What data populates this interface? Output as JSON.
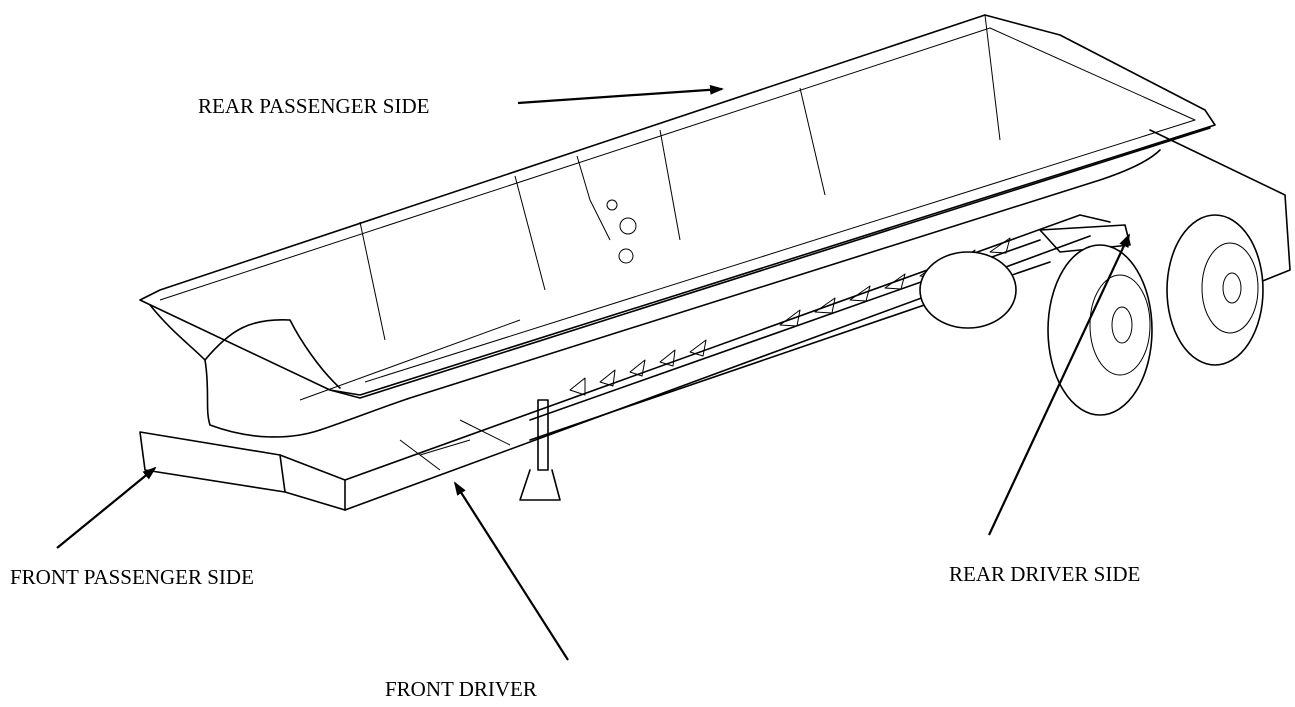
{
  "callouts": {
    "rear_passenger_side": "REAR PASSENGER SIDE",
    "front_passenger_side": "FRONT PASSENGER SIDE",
    "rear_driver_side": "REAR DRIVER SIDE",
    "front_driver": "FRONT DRIVER"
  }
}
